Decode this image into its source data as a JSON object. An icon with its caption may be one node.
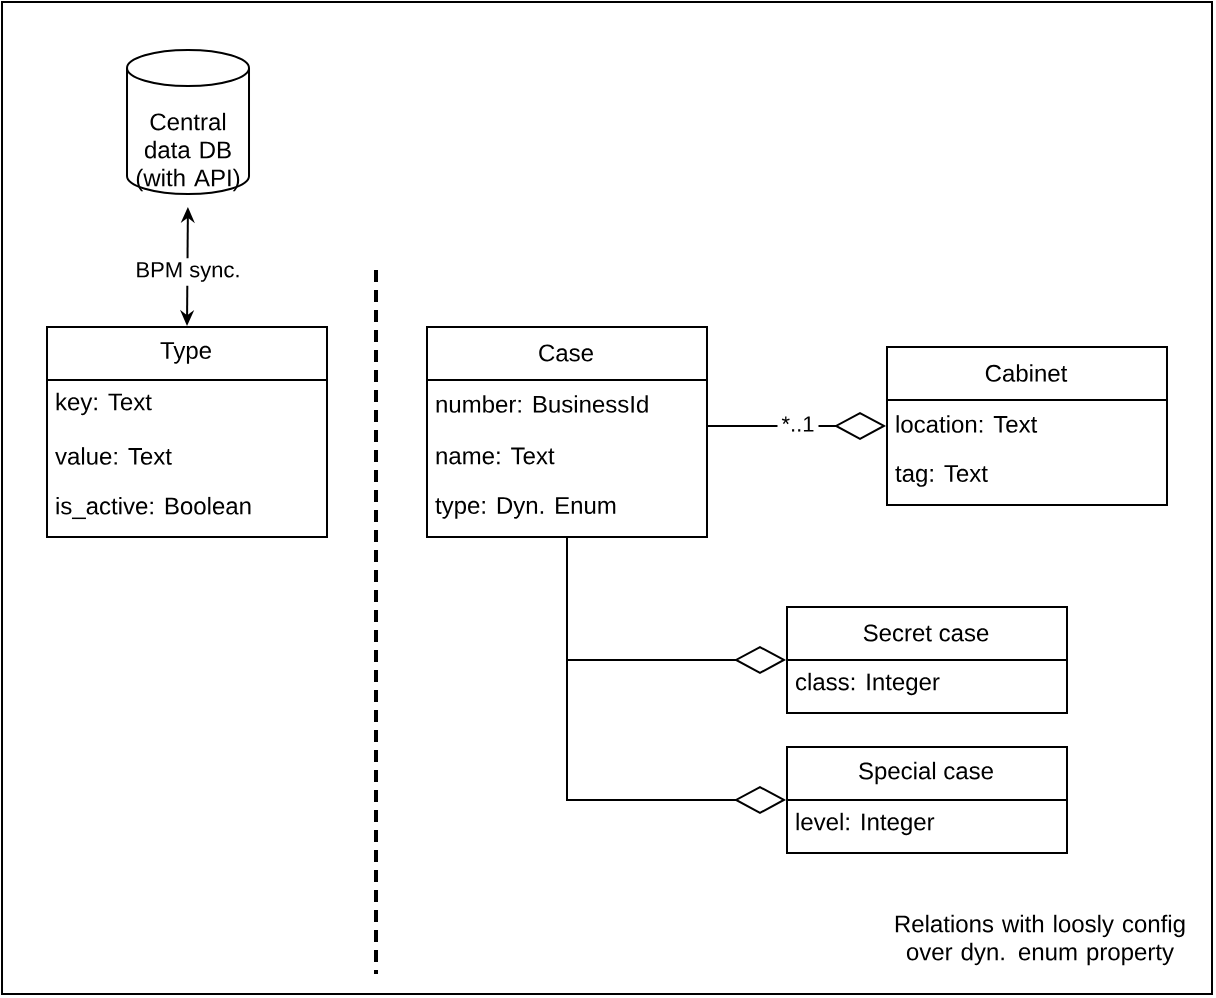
{
  "diagram": {
    "nodes": [
      {
        "text": [
          "Central data DB (with API)"
        ]
      },
      {
        "text": [
          "Type",
          "key: Text",
          "value: Text",
          "is_active: Boolean"
        ]
      },
      {
        "text": [
          "Case",
          "number: BusinessId",
          "name: Text",
          "type: Dyn. Enum"
        ]
      },
      {
        "text": [
          "Cabinet",
          "location: Text",
          "tag: Text"
        ]
      },
      {
        "text": [
          "Secret case",
          "class: Integer"
        ]
      },
      {
        "text": [
          "Special case",
          "level: Integer"
        ]
      }
    ],
    "edges": [
      {
        "from": 0,
        "to": 1,
        "arrow": "both",
        "label": "BPM sync."
      },
      {
        "from": 2,
        "to": 3,
        "arrow": "other",
        "label": "*..1"
      },
      {
        "from": 2,
        "to": 4,
        "arrow": "other"
      },
      {
        "from": 2,
        "to": 5,
        "arrow": "other"
      }
    ],
    "labels": [
      "Relations with loosly config over dyn. enum property"
    ]
  }
}
